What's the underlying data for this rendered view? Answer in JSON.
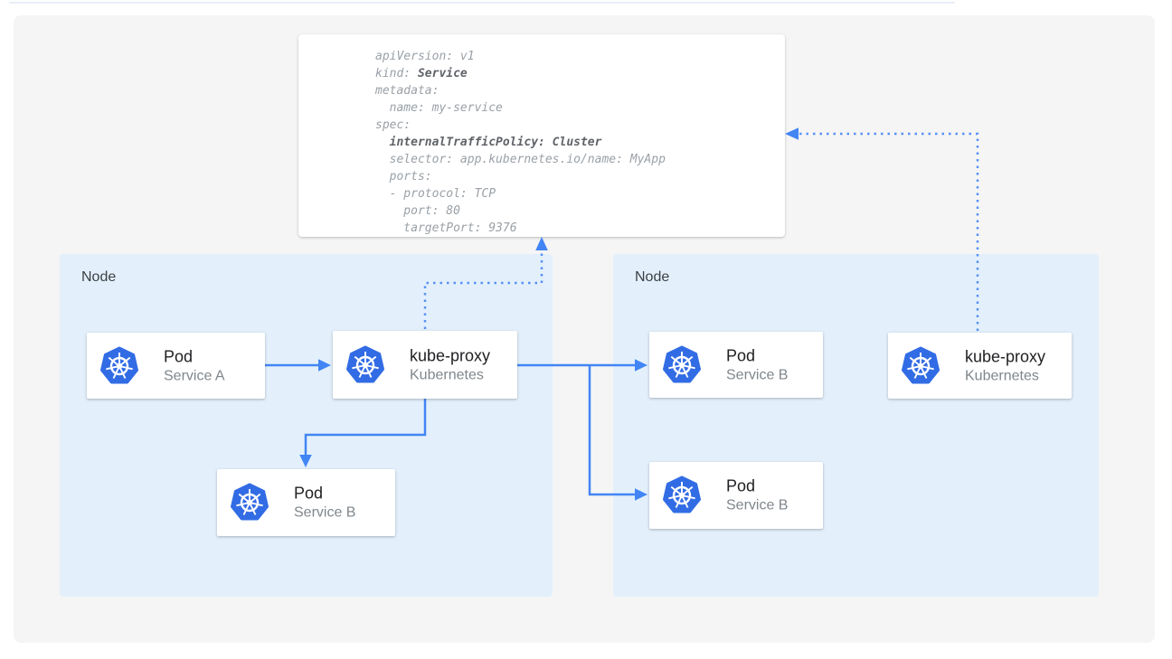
{
  "yaml_card": {
    "lines": [
      {
        "segments": [
          {
            "text": "apiVersion: v1",
            "bold": false
          }
        ]
      },
      {
        "segments": [
          {
            "text": "kind: ",
            "bold": false
          },
          {
            "text": "Service",
            "bold": true
          }
        ]
      },
      {
        "segments": [
          {
            "text": "metadata:",
            "bold": false
          }
        ]
      },
      {
        "segments": [
          {
            "text": "  name: my-service",
            "bold": false
          }
        ]
      },
      {
        "segments": [
          {
            "text": "spec:",
            "bold": false
          }
        ]
      },
      {
        "segments": [
          {
            "text": "  ",
            "bold": false
          },
          {
            "text": "internalTrafficPolicy: Cluster",
            "bold": true
          }
        ]
      },
      {
        "segments": [
          {
            "text": "  selector: app.kubernetes.io/name: MyApp",
            "bold": false
          }
        ]
      },
      {
        "segments": [
          {
            "text": "  ports:",
            "bold": false
          }
        ]
      },
      {
        "segments": [
          {
            "text": "  - protocol: TCP",
            "bold": false
          }
        ]
      },
      {
        "segments": [
          {
            "text": "    port: 80",
            "bold": false
          }
        ]
      },
      {
        "segments": [
          {
            "text": "    targetPort: 9376",
            "bold": false
          }
        ]
      }
    ]
  },
  "nodes": [
    {
      "label": "Node"
    },
    {
      "label": "Node"
    }
  ],
  "cards": [
    {
      "id": "pod-service-a",
      "title": "Pod",
      "subtitle": "Service A",
      "icon": "kubernetes-helm-icon"
    },
    {
      "id": "kube-proxy-left",
      "title": "kube-proxy",
      "subtitle": "Kubernetes",
      "icon": "kubernetes-helm-icon"
    },
    {
      "id": "pod-service-b-left",
      "title": "Pod",
      "subtitle": "Service B",
      "icon": "kubernetes-helm-icon"
    },
    {
      "id": "pod-service-b-right-top",
      "title": "Pod",
      "subtitle": "Service B",
      "icon": "kubernetes-helm-icon"
    },
    {
      "id": "pod-service-b-right-bottom",
      "title": "Pod",
      "subtitle": "Service B",
      "icon": "kubernetes-helm-icon"
    },
    {
      "id": "kube-proxy-right",
      "title": "kube-proxy",
      "subtitle": "Kubernetes",
      "icon": "kubernetes-helm-icon"
    }
  ],
  "colors": {
    "kubernetes_blue": "#326ce5",
    "arrow_solid": "#4285f4",
    "arrow_dotted": "#5791f5",
    "node_bg": "#e3f0fc",
    "panel_bg": "#f5f5f5",
    "card_bg": "#ffffff",
    "card_title": "#212124",
    "card_subtitle": "#80868b",
    "node_label": "#3c4043",
    "yaml_normal": "#9aa0a6",
    "yaml_bold": "#5f6368",
    "hairline": "#e9eef5"
  }
}
